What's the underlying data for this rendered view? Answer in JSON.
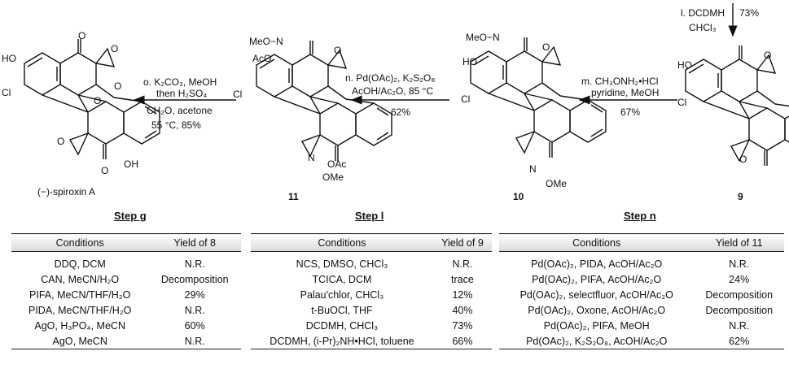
{
  "scheme": {
    "compounds": {
      "spiroxin": "(−)-spiroxin A",
      "c11": "11",
      "c10": "10",
      "c9": "9"
    },
    "arrow_o": {
      "line1": "o. K₂CO₃, MeOH",
      "line2": "then H₂SO₄",
      "line3": "CH₂O, acetone",
      "line4": "55 °C,  85%"
    },
    "arrow_n": {
      "line1": "n. Pd(OAc)₂, K₂S₂O₈",
      "line2": "AcOH/Ac₂O, 85 °C",
      "line3": "62%"
    },
    "arrow_m": {
      "line1": "m. CH₃ONH₂•HCl",
      "line2": "pyridine, MeOH",
      "line3": "67%"
    },
    "arrow_l": {
      "line1": "l. DCDMH",
      "line2": "CHCl₃",
      "yield": "73%"
    },
    "atoms": {
      "O": "O",
      "HO": "HO",
      "Cl": "Cl",
      "OH": "OH",
      "MeO": "MeO",
      "N": "N",
      "AcO": "AcO",
      "OAc": "OAc",
      "OMe": "OMe",
      "MeON": "MeO−N"
    }
  },
  "tables": {
    "step_g": {
      "label": "Step g",
      "header": [
        "Conditions",
        "Yield of 8"
      ],
      "rows": [
        [
          "DDQ, DCM",
          "N.R."
        ],
        [
          "CAN, MeCN/H₂O",
          "Decomposition"
        ],
        [
          "PIFA, MeCN/THF/H₂O",
          "29%"
        ],
        [
          "PIDA, MeCN/THF/H₂O",
          "N.R."
        ],
        [
          "AgO, H₃PO₄, MeCN",
          "60%"
        ],
        [
          "AgO, MeCN",
          "N.R."
        ]
      ]
    },
    "step_l": {
      "label": "Step l",
      "header": [
        "Conditions",
        "Yield of 9"
      ],
      "rows": [
        [
          "NCS, DMSO, CHCl₃",
          "N.R."
        ],
        [
          "TCICA, DCM",
          "trace"
        ],
        [
          "Palau'chlor, CHCl₃",
          "12%"
        ],
        [
          "t-BuOCl, THF",
          "40%"
        ],
        [
          "DCDMH, CHCl₃",
          "73%"
        ],
        [
          "DCDMH, (i-Pr)₂NH•HCl, toluene",
          "66%"
        ]
      ]
    },
    "step_n": {
      "label": "Step n",
      "header": [
        "Conditions",
        "Yield of 11"
      ],
      "rows": [
        [
          "Pd(OAc)₂, PIDA, AcOH/Ac₂O",
          "N.R."
        ],
        [
          "Pd(OAc)₂, PIFA, AcOH/Ac₂O",
          "24%"
        ],
        [
          "Pd(OAc)₂, selectfluor, AcOH/Ac₂O",
          "Decomposition"
        ],
        [
          "Pd(OAc)₂, Oxone, AcOH/Ac₂O",
          "Decomposition"
        ],
        [
          "Pd(OAc)₂, PIFA, MeOH",
          "N.R."
        ],
        [
          "Pd(OAc)₂, K₂S₂O₈, AcOH/Ac₂O",
          "62%"
        ]
      ]
    }
  }
}
